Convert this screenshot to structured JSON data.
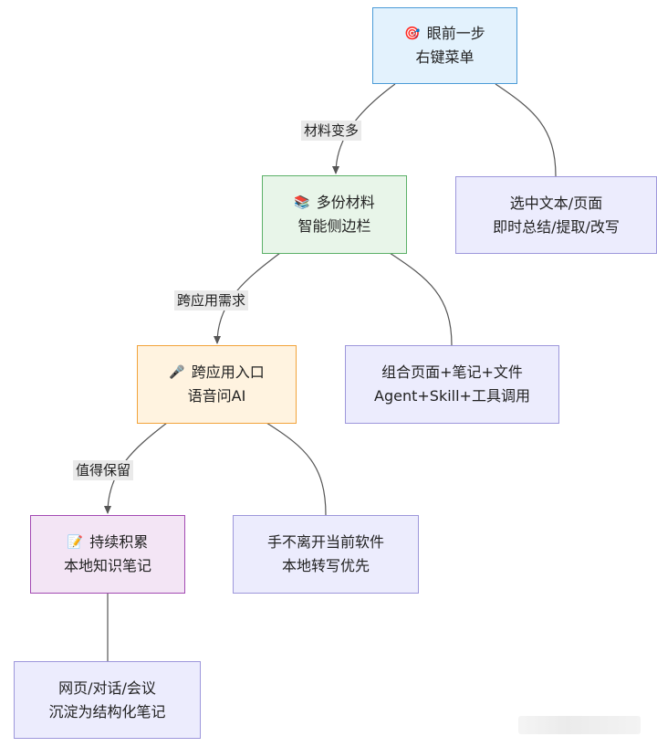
{
  "nodes": {
    "context_menu": {
      "icon": "target-icon",
      "line1": "眼前一步",
      "line2": "右键菜单",
      "color": "#e3f2fd"
    },
    "select_text": {
      "line1": "选中文本/页面",
      "line2": "即时总结/提取/改写",
      "color": "#ececfd"
    },
    "sidebar": {
      "icon": "books-icon",
      "line1": "多份材料",
      "line2": "智能侧边栏",
      "color": "#e8f5e9"
    },
    "combine_pages": {
      "line1": "组合页面+笔记+文件",
      "line2": "Agent+Skill+工具调用",
      "color": "#ececfd"
    },
    "voice_ai": {
      "icon": "microphone-icon",
      "line1": "跨应用入口",
      "line2": "语音问AI",
      "color": "#fff3e0"
    },
    "stay_in_app": {
      "line1": "手不离开当前软件",
      "line2": "本地转写优先",
      "color": "#ececfd"
    },
    "notes": {
      "icon": "memo-icon",
      "line1": "持续积累",
      "line2": "本地知识笔记",
      "color": "#f3e5f5"
    },
    "structured_notes": {
      "line1": "网页/对话/会议",
      "line2": "沉淀为结构化笔记",
      "color": "#ececfd"
    }
  },
  "edge_labels": {
    "more_materials": "材料变多",
    "cross_app": "跨应用需求",
    "worth_keeping": "值得保留"
  }
}
